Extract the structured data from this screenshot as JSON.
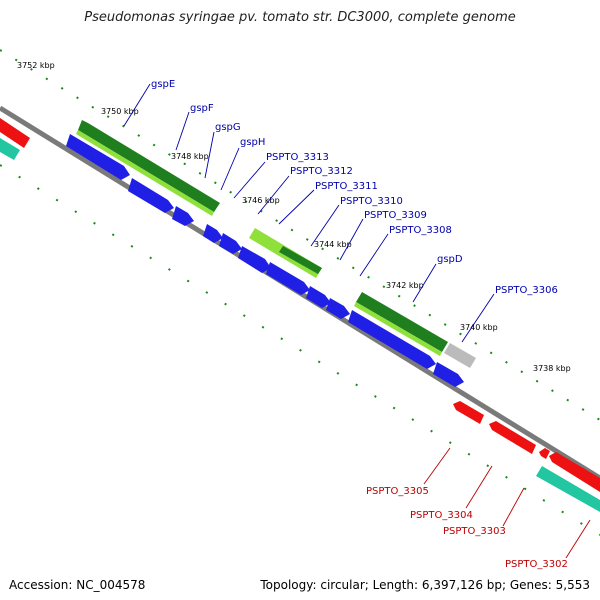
{
  "title": "Pseudomonas syringae pv. tomato str. DC3000, complete genome",
  "accession": "Accession: NC_004578",
  "summary": "Topology: circular; Length: 6,397,126 bp; Genes: 5,553",
  "colors": {
    "backbone": "#7a7a7a",
    "forward_cds": "#1f1fe6",
    "reverse_cds": "#ee1111",
    "gc_dark": "#1f7f1f",
    "gc_light": "#8fe03a",
    "gc_gray": "#bbbbbb",
    "gc_teal": "#22c6a0",
    "tick": "#1a8a1a",
    "label_blue": "#0000aa",
    "label_red": "#bb0000"
  },
  "kbp_ticks": [
    "3752 kbp",
    "3750 kbp",
    "3748 kbp",
    "3746 kbp",
    "3744 kbp",
    "3742 kbp",
    "3740 kbp",
    "3738 kbp"
  ],
  "gene_labels_top": [
    "gspE",
    "gspF",
    "gspG",
    "gspH",
    "PSPTO_3313",
    "PSPTO_3312",
    "PSPTO_3311",
    "PSPTO_3310",
    "PSPTO_3309",
    "PSPTO_3308",
    "gspD",
    "PSPTO_3306"
  ],
  "gene_labels_bottom": [
    "PSPTO_3305",
    "PSPTO_3304",
    "PSPTO_3303",
    "PSPTO_3302"
  ]
}
